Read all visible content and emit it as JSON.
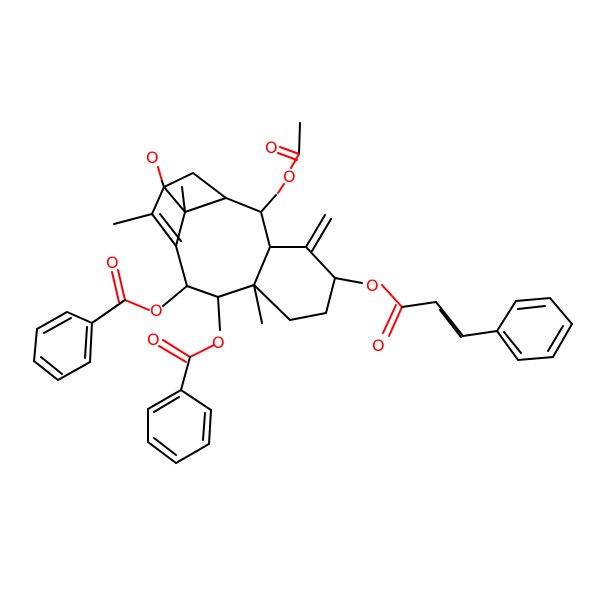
{
  "molecule": {
    "atom_labels": [
      {
        "id": "o-ketone",
        "text": "O"
      },
      {
        "id": "o-acetate-carbonyl",
        "text": "O"
      },
      {
        "id": "o-acetate-ester",
        "text": "O"
      },
      {
        "id": "o-benzoate1-carbonyl",
        "text": "O"
      },
      {
        "id": "o-benzoate1-ester",
        "text": "O"
      },
      {
        "id": "o-benzoate2-carbonyl",
        "text": "O"
      },
      {
        "id": "o-benzoate2-ester",
        "text": "O"
      },
      {
        "id": "o-cinnamate-ester",
        "text": "O"
      },
      {
        "id": "o-cinnamate-carbonyl",
        "text": "O"
      }
    ]
  },
  "colors": {
    "carbon_bond": "#000000",
    "oxygen": "#ff0000",
    "background": "#ffffff"
  }
}
